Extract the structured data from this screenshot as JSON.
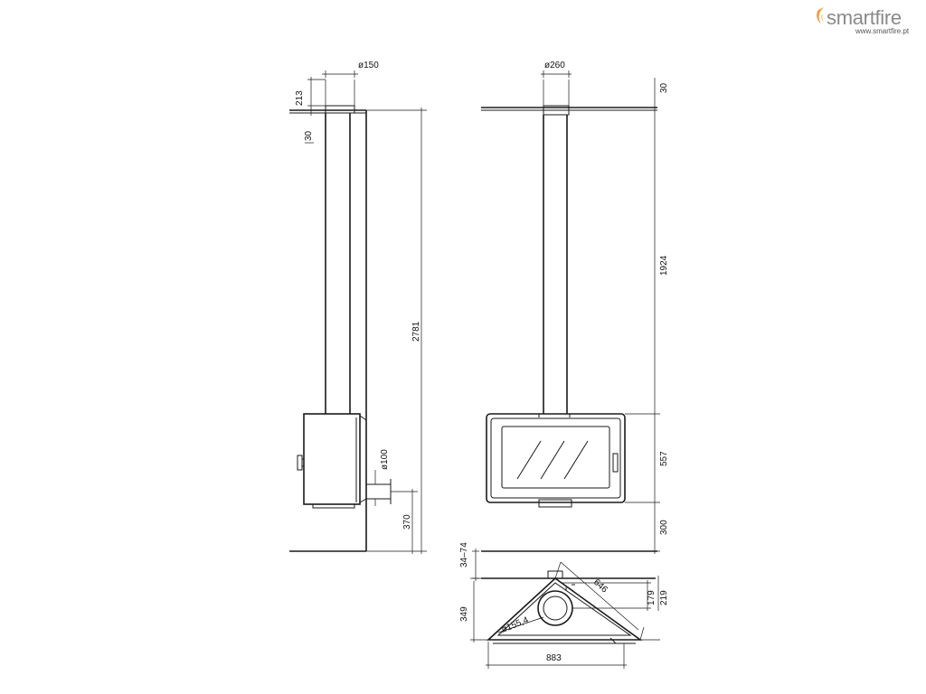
{
  "brand": {
    "name": "smartfire",
    "url": "www.smartfire.pt",
    "flame_color": "#f0a04a",
    "text_color": "#8a8a8a"
  },
  "dimensions": {
    "side_view": {
      "flue_diameter": "ø150",
      "flue_top": "213",
      "ceiling_plate": "30",
      "total_height": "2781",
      "rear_outlet_diameter": "ø100",
      "outlet_height": "370"
    },
    "front_view": {
      "flue_diameter": "ø260",
      "ceiling_plate": "30",
      "pipe_height": "1924",
      "body_height": "557",
      "floor_gap": "300"
    },
    "plan_view": {
      "wall_gap": "34–74",
      "depth": "349",
      "side_length": "646",
      "flue_diameter": "ø155,4",
      "offset_inner": "179",
      "offset_outer": "219",
      "width": "883"
    }
  }
}
